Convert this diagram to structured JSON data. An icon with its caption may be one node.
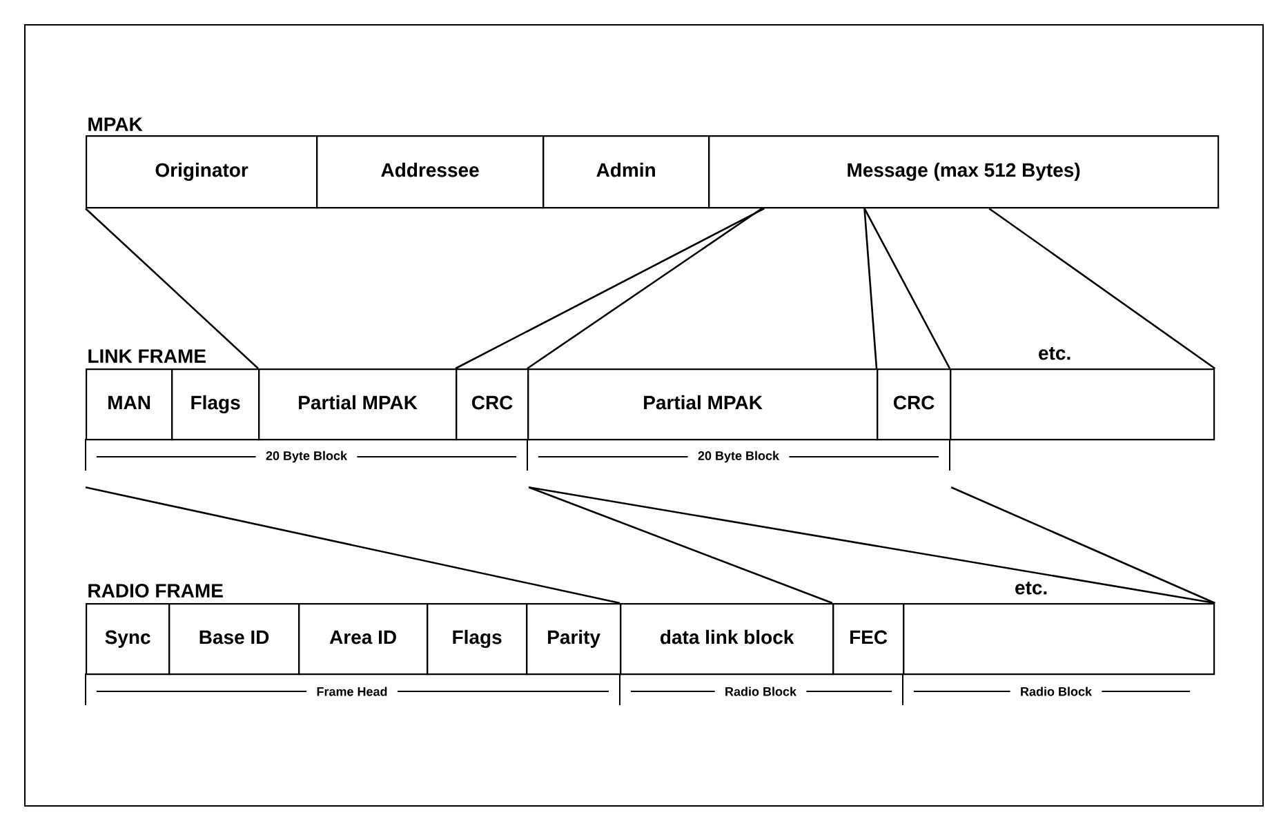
{
  "diagram": {
    "nodes": [
      {
        "text": [
          "Originator"
        ]
      },
      {
        "text": [
          "Addressee"
        ]
      },
      {
        "text": [
          "Admin"
        ]
      },
      {
        "text": [
          "Message (max 512 Bytes)"
        ]
      },
      {
        "text": [
          "MAN"
        ]
      },
      {
        "text": [
          "Flags"
        ]
      },
      {
        "text": [
          "Partial MPAK"
        ]
      },
      {
        "text": [
          "CRC"
        ]
      },
      {
        "text": [
          "Partial MPAK"
        ]
      },
      {
        "text": [
          "CRC"
        ]
      },
      {
        "text": [],
        "shape": "box",
        "beside": [
          "etc."
        ]
      },
      {
        "text": [
          "Sync"
        ]
      },
      {
        "text": [
          "Base ID"
        ]
      },
      {
        "text": [
          "Area ID"
        ]
      },
      {
        "text": [
          "Flags"
        ]
      },
      {
        "text": [
          "Parity"
        ]
      },
      {
        "text": [
          "data link block"
        ]
      },
      {
        "text": [
          "FEC"
        ]
      },
      {
        "text": [],
        "shape": "box",
        "beside": [
          "etc."
        ]
      }
    ],
    "edges": [
      {
        "from": 0,
        "to": 6,
        "arrow": "none"
      },
      {
        "from": 3,
        "to": 7,
        "arrow": "none"
      },
      {
        "from": 3,
        "to": 8,
        "arrow": "none"
      },
      {
        "from": 3,
        "to": 9,
        "arrow": "none"
      },
      {
        "from": 3,
        "to": 10,
        "arrow": "none"
      },
      {
        "from": 3,
        "to": 10,
        "arrow": "none"
      },
      {
        "from": 4,
        "to": 16,
        "arrow": "none"
      },
      {
        "from": 7,
        "to": 17,
        "arrow": "none"
      },
      {
        "from": 7,
        "to": 18,
        "arrow": "none"
      },
      {
        "from": 9,
        "to": 18,
        "arrow": "none"
      }
    ],
    "labels": [
      "MPAK",
      "LINK FRAME",
      "20 Byte Block",
      "20 Byte Block",
      "RADIO FRAME",
      "Frame Head",
      "Radio Block",
      "Radio Block"
    ]
  }
}
